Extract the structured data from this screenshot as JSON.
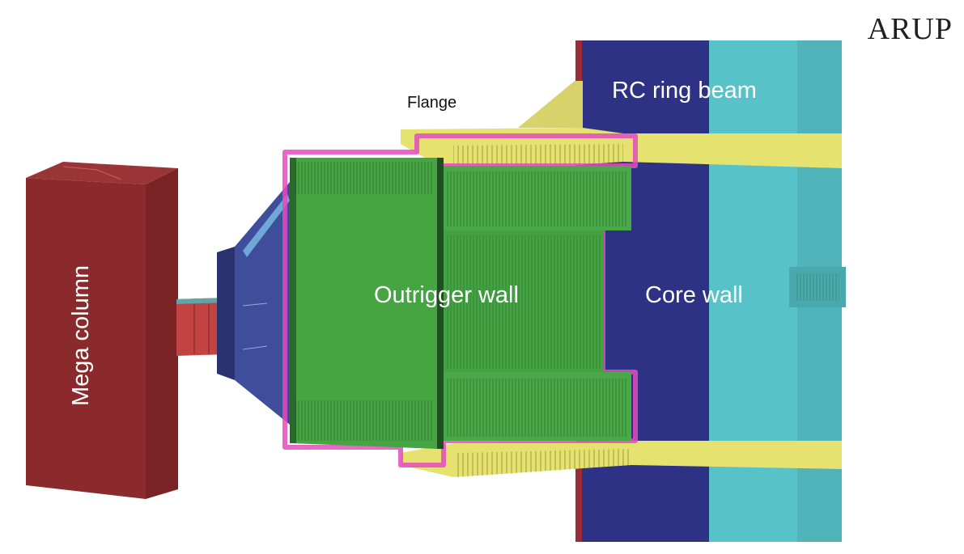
{
  "brand": {
    "logo_text": "ARUP"
  },
  "labels": {
    "mega_column": "Mega column",
    "outrigger_wall": "Outrigger wall",
    "core_wall": "Core wall",
    "ring_beam": "RC ring beam",
    "flange": "Flange"
  },
  "colors": {
    "mega_column": "#8a2a2c",
    "outrigger_wall": "#46a443",
    "core_wall": "#2e3285",
    "outer_core": "#57c2c8",
    "ring_beam": "#e6e26f",
    "connector": "#3e4e9b",
    "highlight_outline": "#e34bbd"
  }
}
